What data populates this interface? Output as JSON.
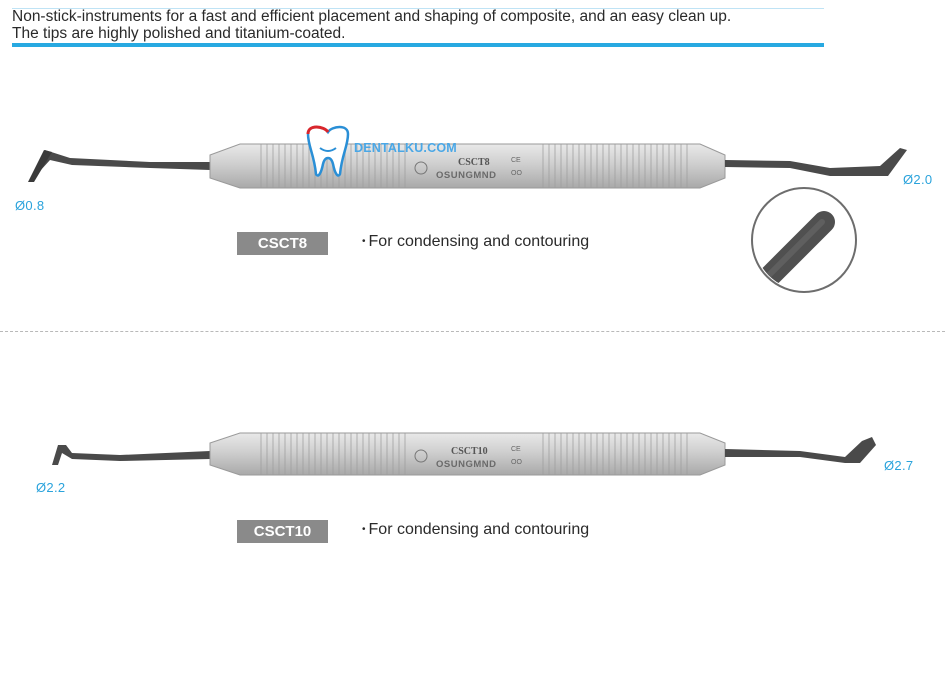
{
  "intro": {
    "line1": "Non-stick-instruments for a fast and efficient placement and shaping of composite, and an easy clean up.",
    "line2": "The tips are highly polished and titanium-coated."
  },
  "watermark": {
    "text": "DENTALKU.COM"
  },
  "products": [
    {
      "code": "CSCT8",
      "handle_code": "CSCT8",
      "handle_brand": "OSUNGMND",
      "handle_ce": "CE",
      "handle_oo": "OO",
      "diameter_left": "Ø0.8",
      "diameter_right": "Ø2.0",
      "description": "For condensing and contouring"
    },
    {
      "code": "CSCT10",
      "handle_code": "CSCT10",
      "handle_brand": "OSUNGMND",
      "handle_ce": "CE",
      "handle_oo": "OO",
      "diameter_left": "Ø2.2",
      "diameter_right": "Ø2.7",
      "description": "For condensing and contouring"
    }
  ],
  "colors": {
    "accent_blue": "#27a9e1",
    "label_gray": "#8a8a8a",
    "dimension_blue": "#2aa3dc"
  }
}
